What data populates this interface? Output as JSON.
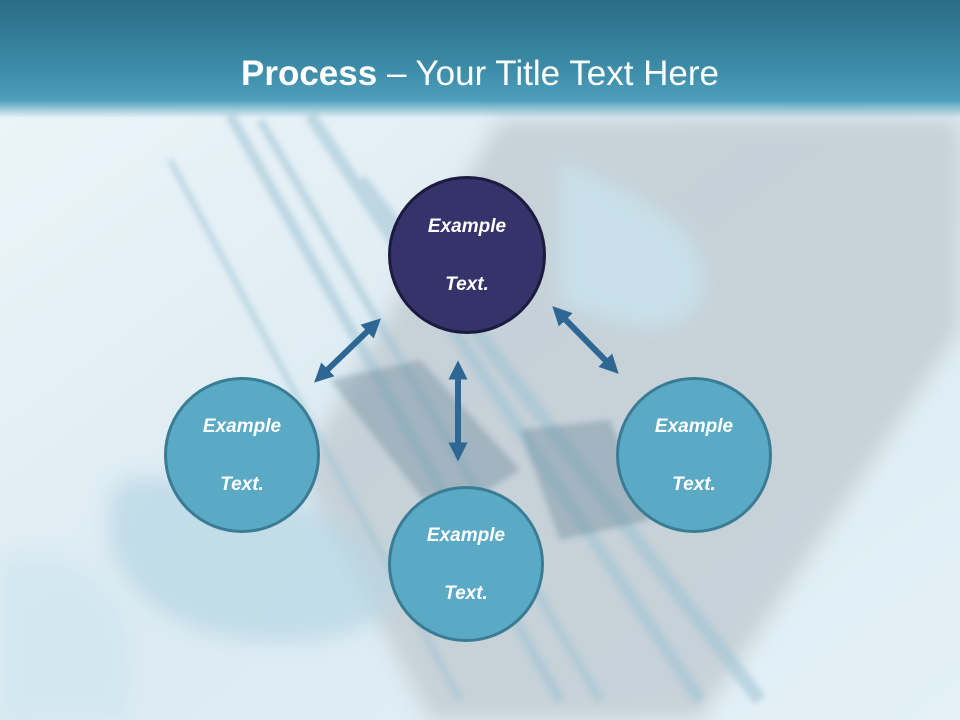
{
  "slide": {
    "title_bold": "Process",
    "title_rest": " – Your Title Text Here"
  },
  "nodes": {
    "top": {
      "line1": "Example",
      "line2": "Text."
    },
    "left": {
      "line1": "Example",
      "line2": "Text."
    },
    "right": {
      "line1": "Example",
      "line2": "Text."
    },
    "bottom": {
      "line1": "Example",
      "line2": "Text."
    }
  },
  "colors": {
    "title_bar": "#3b8aa6",
    "node_dark": "#34336a",
    "node_light": "#5aaac6",
    "arrow": "#2f6794"
  }
}
